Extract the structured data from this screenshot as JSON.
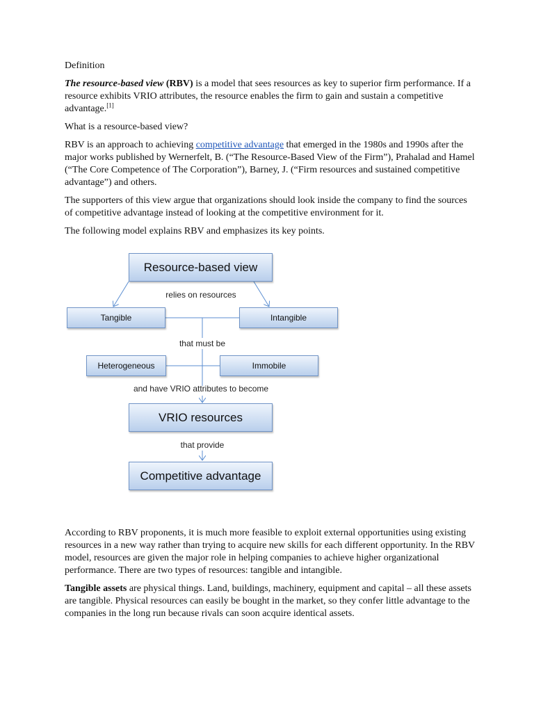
{
  "heading": "Definition",
  "p1": {
    "term": "The resource-based view",
    "abbr": "(RBV)",
    "rest": " is a model that sees resources as key to superior firm performance. If a resource exhibits VRIO attributes, the resource enables the firm to gain and sustain a competitive advantage.",
    "ref": "[1]"
  },
  "question": "What is a resource-based view?",
  "p2": {
    "before": "RBV is an approach to achieving ",
    "link": "competitive advantage",
    "after": " that emerged in the 1980s and 1990s after the major works published by Wernerfelt, B. (“The Resource-Based View of the Firm”), Prahalad and Hamel (“The Core Competence of The Corporation”), Barney, J. (“Firm resources and sustained competitive advantage”) and others."
  },
  "p3": "The supporters of this view argue that organizations should look inside the company to find the sources of competitive advantage instead of looking at the competitive environment for it.",
  "p4": "The following model explains RBV and emphasizes its key points.",
  "diagram": {
    "box_rbv": "Resource-based view",
    "label_relies": "relies on resources",
    "box_tangible": "Tangible",
    "box_intangible": "Intangible",
    "label_must_be": "that must be",
    "box_heterogeneous": "Heterogeneous",
    "box_immobile": "Immobile",
    "label_vrio_attr": "and have VRIO attributes to become",
    "box_vrio": "VRIO resources",
    "label_provide": "that provide",
    "box_advantage": "Competitive advantage"
  },
  "p5": "According to RBV proponents, it is much more feasible to exploit external opportunities using existing resources in a new way rather than trying to acquire new skills for each different opportunity. In the RBV model, resources are given the major role in helping companies to achieve higher organizational performance. There are two types of resources: tangible and intangible.",
  "p6": {
    "term": "Tangible assets",
    "rest": " are physical things. Land, buildings, machinery, equipment and capital – all these assets are tangible. Physical resources can easily be bought in the market, so they confer little advantage to the companies in the long run because rivals can soon acquire identical assets."
  }
}
